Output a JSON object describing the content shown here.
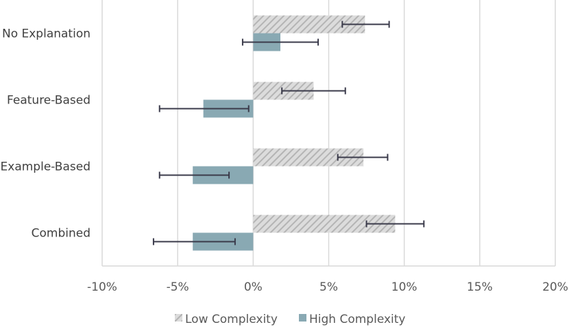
{
  "chart_data": {
    "type": "bar",
    "orientation": "horizontal",
    "categories": [
      "No Explanation",
      "Feature-Based",
      "Example-Based",
      "Combined"
    ],
    "series": [
      {
        "name": "Low Complexity",
        "values": [
          7.4,
          4.0,
          7.3,
          9.4
        ],
        "error": [
          [
            5.9,
            9.0
          ],
          [
            1.9,
            6.1
          ],
          [
            5.6,
            8.9
          ],
          [
            7.5,
            11.3
          ]
        ],
        "color": "#c8c8c8",
        "pattern": "diagonal-hatch"
      },
      {
        "name": "High Complexity",
        "values": [
          1.8,
          -3.3,
          -4.0,
          -4.0
        ],
        "error": [
          [
            -0.7,
            4.3
          ],
          [
            -6.2,
            -0.3
          ],
          [
            -6.2,
            -1.6
          ],
          [
            -6.6,
            -1.2
          ]
        ],
        "color": "#89a9b3"
      }
    ],
    "xlim": [
      -10,
      20
    ],
    "xticks": [
      -10,
      -5,
      0,
      5,
      10,
      15,
      20
    ],
    "xtick_labels": [
      "-10%",
      "-5%",
      "0%",
      "5%",
      "10%",
      "15%",
      "20%"
    ],
    "title": "",
    "xlabel": "",
    "ylabel": "",
    "grid": "vertical",
    "legend": "bottom"
  }
}
